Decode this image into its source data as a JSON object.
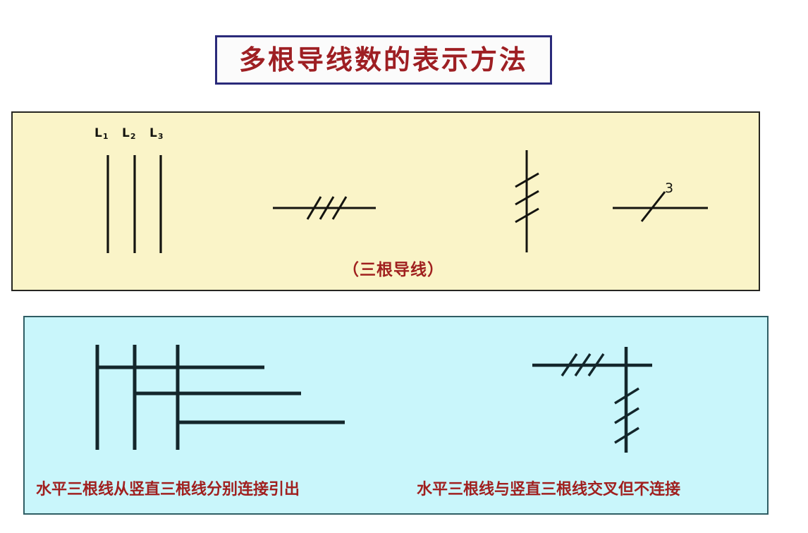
{
  "title": {
    "text": "多根导线数的表示方法",
    "border_color": "#2a2a7a",
    "text_color": "#9e1f23"
  },
  "panels": {
    "top": {
      "background_color": "#faf4c8",
      "border_color": "#262621",
      "caption": "（三根导线）",
      "caption_color": "#a0201f",
      "phase_labels": [
        {
          "base": "L",
          "sub": "1"
        },
        {
          "base": "L",
          "sub": "2"
        },
        {
          "base": "L",
          "sub": "3"
        }
      ],
      "symbols": [
        {
          "name": "three-separate-vertical-conductors",
          "orientation": "vertical",
          "line_count": 3,
          "notation": "separate-lines"
        },
        {
          "name": "horizontal-line-three-slashes",
          "orientation": "horizontal",
          "line_count": 1,
          "slash_count": 3,
          "notation": "tick-marks"
        },
        {
          "name": "vertical-line-three-slashes",
          "orientation": "vertical",
          "line_count": 1,
          "slash_count": 3,
          "notation": "tick-marks"
        },
        {
          "name": "horizontal-line-single-slash-numbered",
          "orientation": "horizontal",
          "line_count": 1,
          "slash_count": 1,
          "notation": "numbered",
          "number_label": "3"
        }
      ]
    },
    "bottom": {
      "background_color": "#c9f6fb",
      "border_color": "#2f5d64",
      "caption_color": "#a0201f",
      "diagrams": [
        {
          "name": "connected-branches",
          "caption": "水平三根线从竖直三根线分别连接引出",
          "vertical_line_count": 3,
          "horizontal_line_count": 3,
          "connection": "connected"
        },
        {
          "name": "crossing-no-connection",
          "caption": "水平三根线与竖直三根线交叉但不连接",
          "vertical_line_count": 1,
          "horizontal_line_count": 1,
          "horizontal_slash_count": 3,
          "vertical_slash_count": 3,
          "connection": "crossing-not-connected"
        }
      ]
    }
  }
}
